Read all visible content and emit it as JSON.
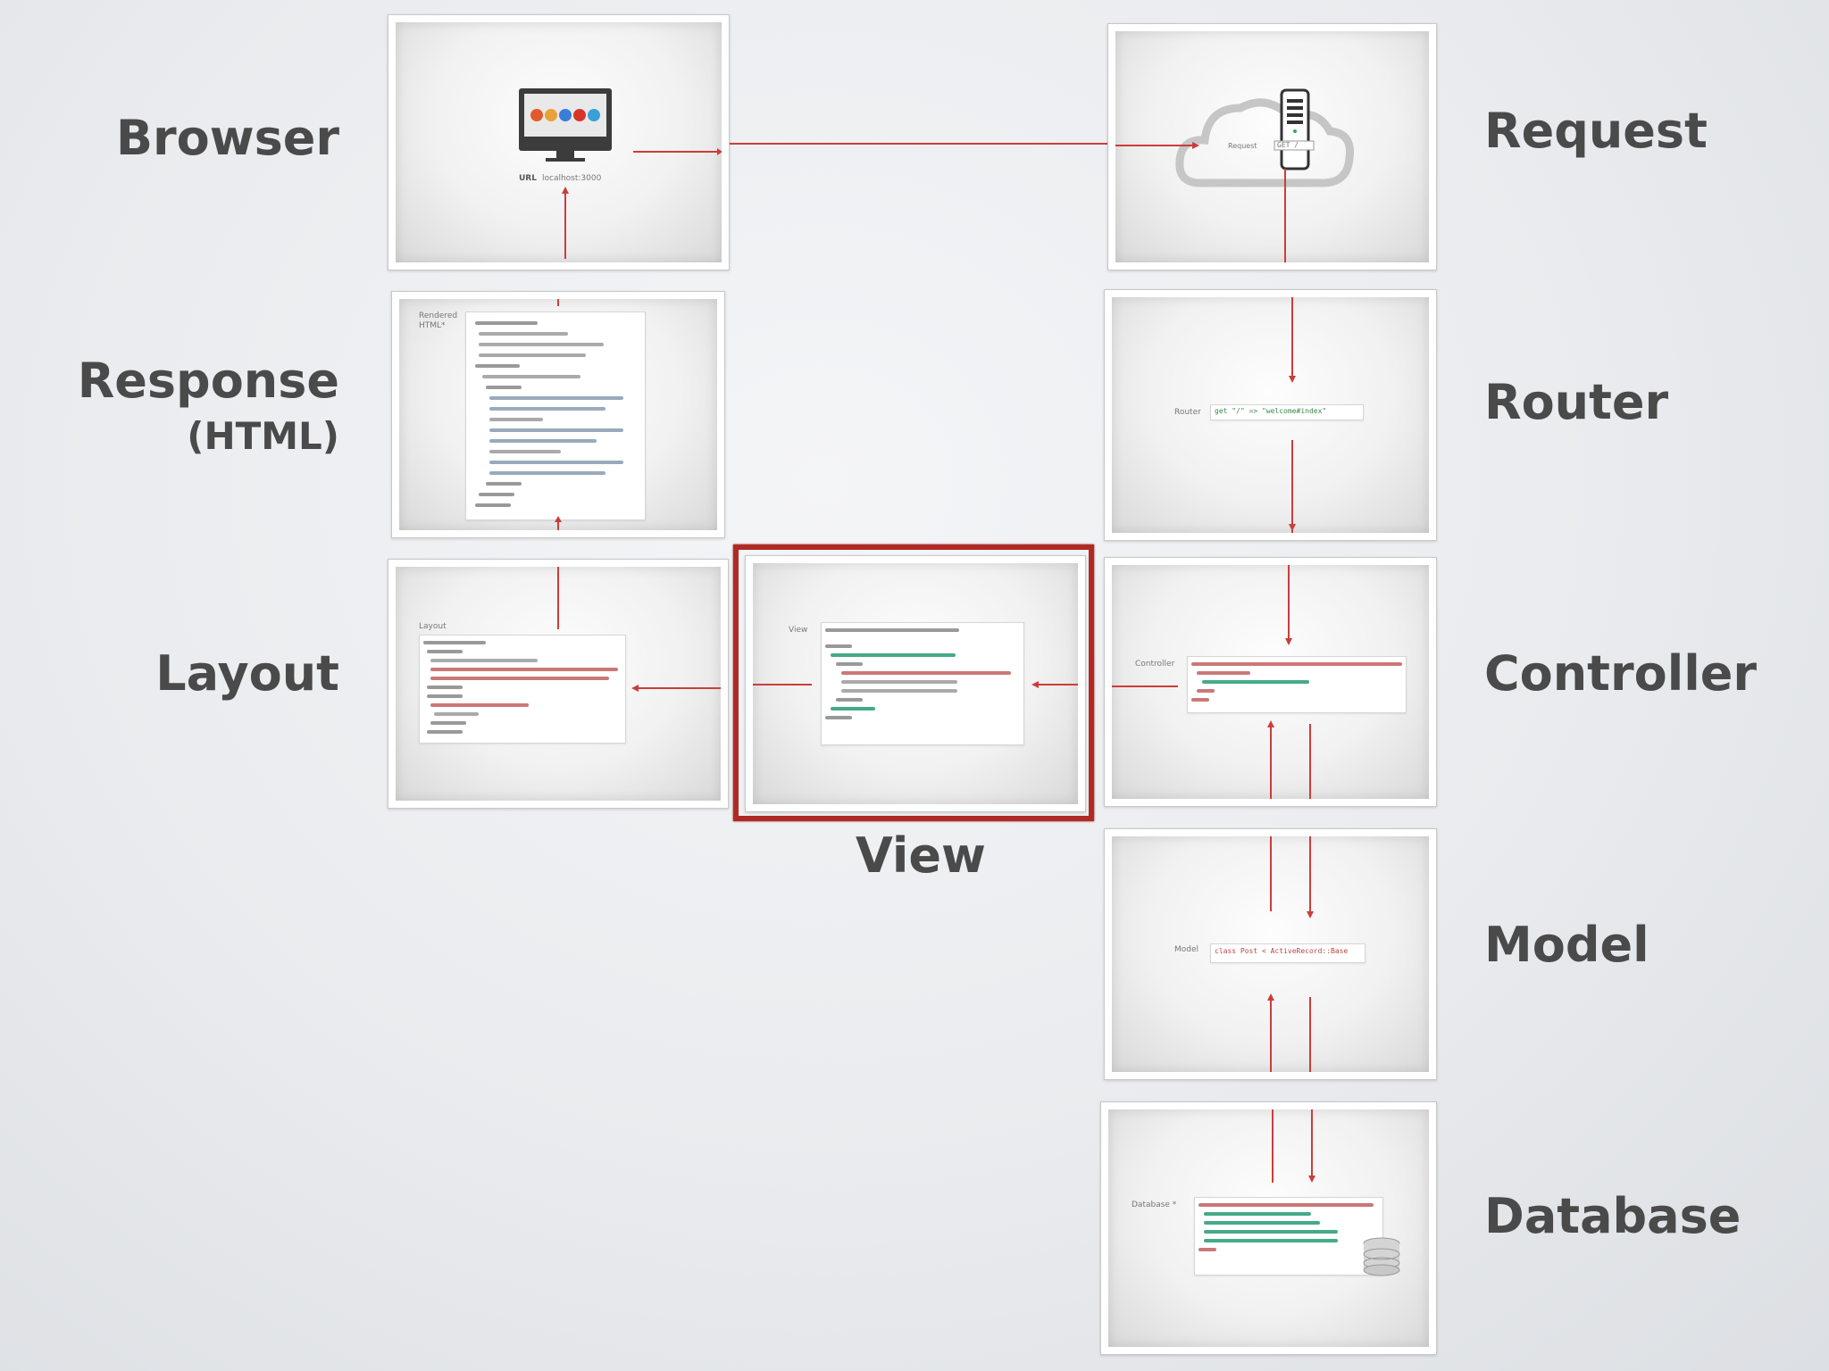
{
  "labels": {
    "browser": "Browser",
    "response_line1": "Response",
    "response_line2": "(HTML)",
    "layout": "Layout",
    "view": "View",
    "request": "Request",
    "router": "Router",
    "controller": "Controller",
    "model": "Model",
    "database": "Database"
  },
  "slides": {
    "browser": {
      "title": "URL",
      "text": "localhost:3000"
    },
    "request": {
      "title": "Request",
      "text": "GET /"
    },
    "response": {
      "title": "Rendered HTML*"
    },
    "router": {
      "title": "Router",
      "code": "get \"/\" => \"welcome#index\""
    },
    "layout": {
      "title": "Layout"
    },
    "view": {
      "title": "View"
    },
    "controller": {
      "title": "Controller"
    },
    "model": {
      "title": "Model",
      "code": "class Post < ActiveRecord::Base"
    },
    "database": {
      "title": "Database *"
    }
  },
  "colors": {
    "arrow": "#cc3d3a",
    "highlight": "#b02a25",
    "label": "#4a4a4a"
  }
}
